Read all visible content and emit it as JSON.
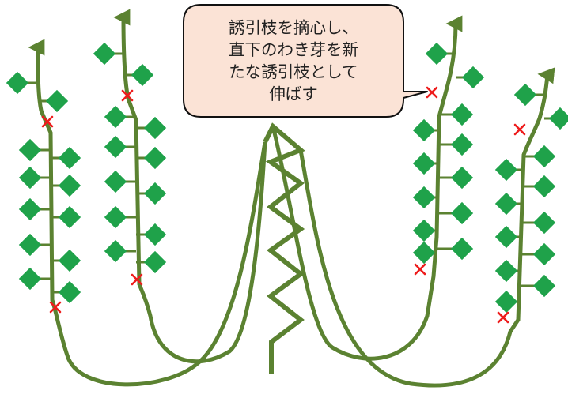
{
  "callout": {
    "lines": [
      "誘引枝を摘心し、",
      "直下のわき芽を新",
      "たな誘引枝として",
      "伸ばす"
    ]
  },
  "colors": {
    "stem": "#5b8231",
    "leaf": "#1fa24a",
    "mark": "#ee1c1c",
    "callout_fill": "#fbe3d6",
    "callout_stroke": "#111111"
  },
  "icons": {
    "pinch_mark": "x-mark-icon",
    "leaf": "diamond-leaf-icon",
    "growth_tip": "arrow-up-icon"
  }
}
